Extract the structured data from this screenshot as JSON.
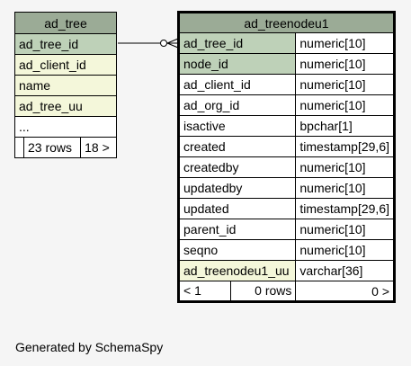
{
  "tables": {
    "ad_tree": {
      "title": "ad_tree",
      "rows": [
        "ad_tree_id",
        "ad_client_id",
        "name",
        "ad_tree_uu",
        "..."
      ],
      "footer": {
        "left": "",
        "mid": "23 rows",
        "right": "18 >"
      }
    },
    "ad_treenodeu1": {
      "title": "ad_treenodeu1",
      "rows": [
        {
          "name": "ad_tree_id",
          "type": "numeric[10]"
        },
        {
          "name": "node_id",
          "type": "numeric[10]"
        },
        {
          "name": "ad_client_id",
          "type": "numeric[10]"
        },
        {
          "name": "ad_org_id",
          "type": "numeric[10]"
        },
        {
          "name": "isactive",
          "type": "bpchar[1]"
        },
        {
          "name": "created",
          "type": "timestamp[29,6]"
        },
        {
          "name": "createdby",
          "type": "numeric[10]"
        },
        {
          "name": "updatedby",
          "type": "numeric[10]"
        },
        {
          "name": "updated",
          "type": "timestamp[29,6]"
        },
        {
          "name": "parent_id",
          "type": "numeric[10]"
        },
        {
          "name": "seqno",
          "type": "numeric[10]"
        },
        {
          "name": "ad_treenodeu1_uu",
          "type": "varchar[36]"
        }
      ],
      "footer": {
        "left": "< 1",
        "mid": "0 rows",
        "right": "0 >"
      }
    }
  },
  "colors": {
    "header": "#9bab96",
    "primary_key": "#bed1b8",
    "indexed": "#f4f7da",
    "background": "#f5f5f5"
  },
  "footer_text": "Generated by SchemaSpy"
}
